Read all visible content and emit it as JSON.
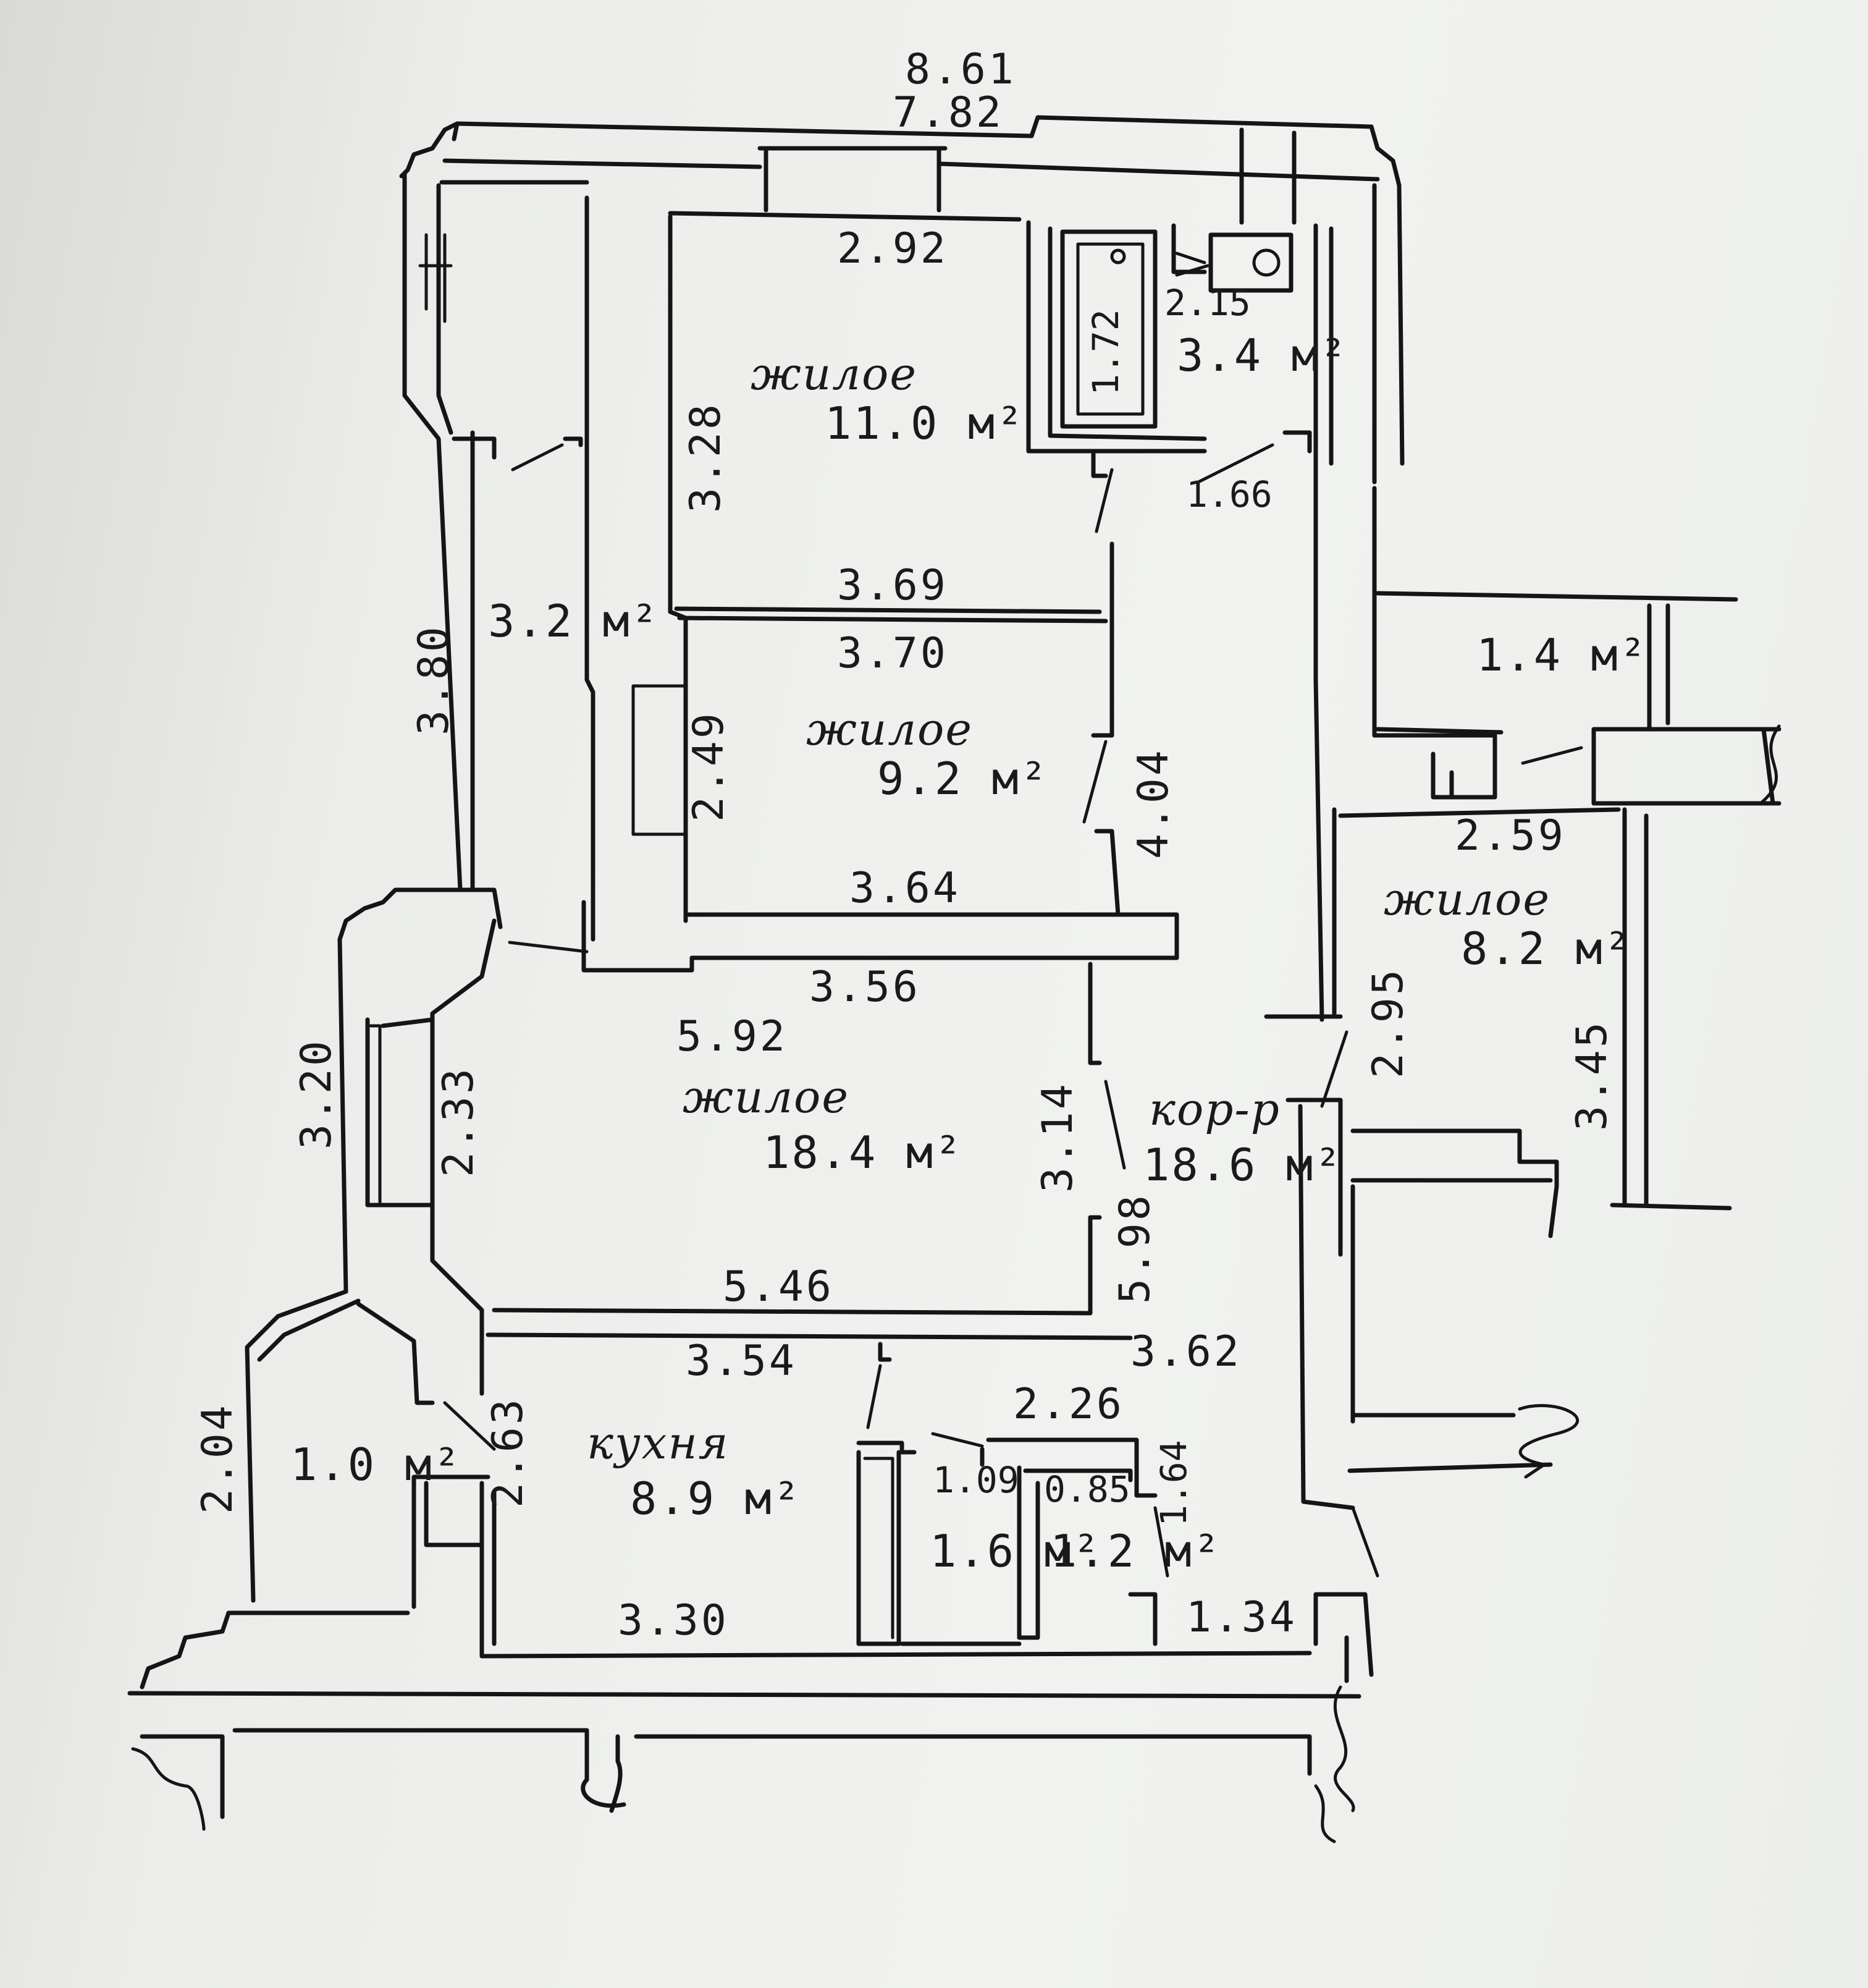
{
  "overall": {
    "outer_width": "8.61",
    "inner_width": "7.82"
  },
  "rooms": {
    "living_1": {
      "label": "жилое",
      "area": "11.0 м²",
      "top_width": "2.92",
      "side": "3.28",
      "bottom_width": "3.69"
    },
    "bathroom": {
      "area": "3.4 м²",
      "width": "2.15",
      "tub": "1.72",
      "bottom": "1.66"
    },
    "closet_left": {
      "area": "3.2 м²",
      "height": "3.80"
    },
    "living_2": {
      "label": "жилое",
      "area": "9.2 м²",
      "top_width": "3.70",
      "side": "2.49",
      "bottom_width": "3.64",
      "right_side": "4.04"
    },
    "living_3": {
      "label": "жилое",
      "area": "8.2 м²",
      "top_width": "2.59",
      "side": "3.45",
      "left_side": "2.95"
    },
    "storage_right": {
      "area": "1.4 м²"
    },
    "living_big": {
      "label": "жилое",
      "area": "18.4 м²",
      "top_width": "5.92",
      "top_outer": "3.56",
      "left_inner": "2.33",
      "left_outer": "3.20",
      "right_side": "3.14",
      "bottom_width": "5.46"
    },
    "corridor": {
      "label": "кор-р",
      "area": "18.6 м²",
      "side": "5.98"
    },
    "kitchen": {
      "label": "кухня",
      "area": "8.9 м²",
      "top_width": "3.54",
      "side": "2.63",
      "bottom_width": "3.30"
    },
    "small_left": {
      "area": "1.0 м²",
      "side": "2.04"
    },
    "wc_1": {
      "area": "1.6 м²",
      "width": "1.09"
    },
    "wc_2": {
      "area": "1.2 м²",
      "width": "0.85",
      "side": "1.64"
    },
    "hall": {
      "top_width": "2.26",
      "top_right": "3.62",
      "bottom": "1.34"
    }
  },
  "colors": {
    "ink": "#151515",
    "paper": "#eceeec"
  }
}
